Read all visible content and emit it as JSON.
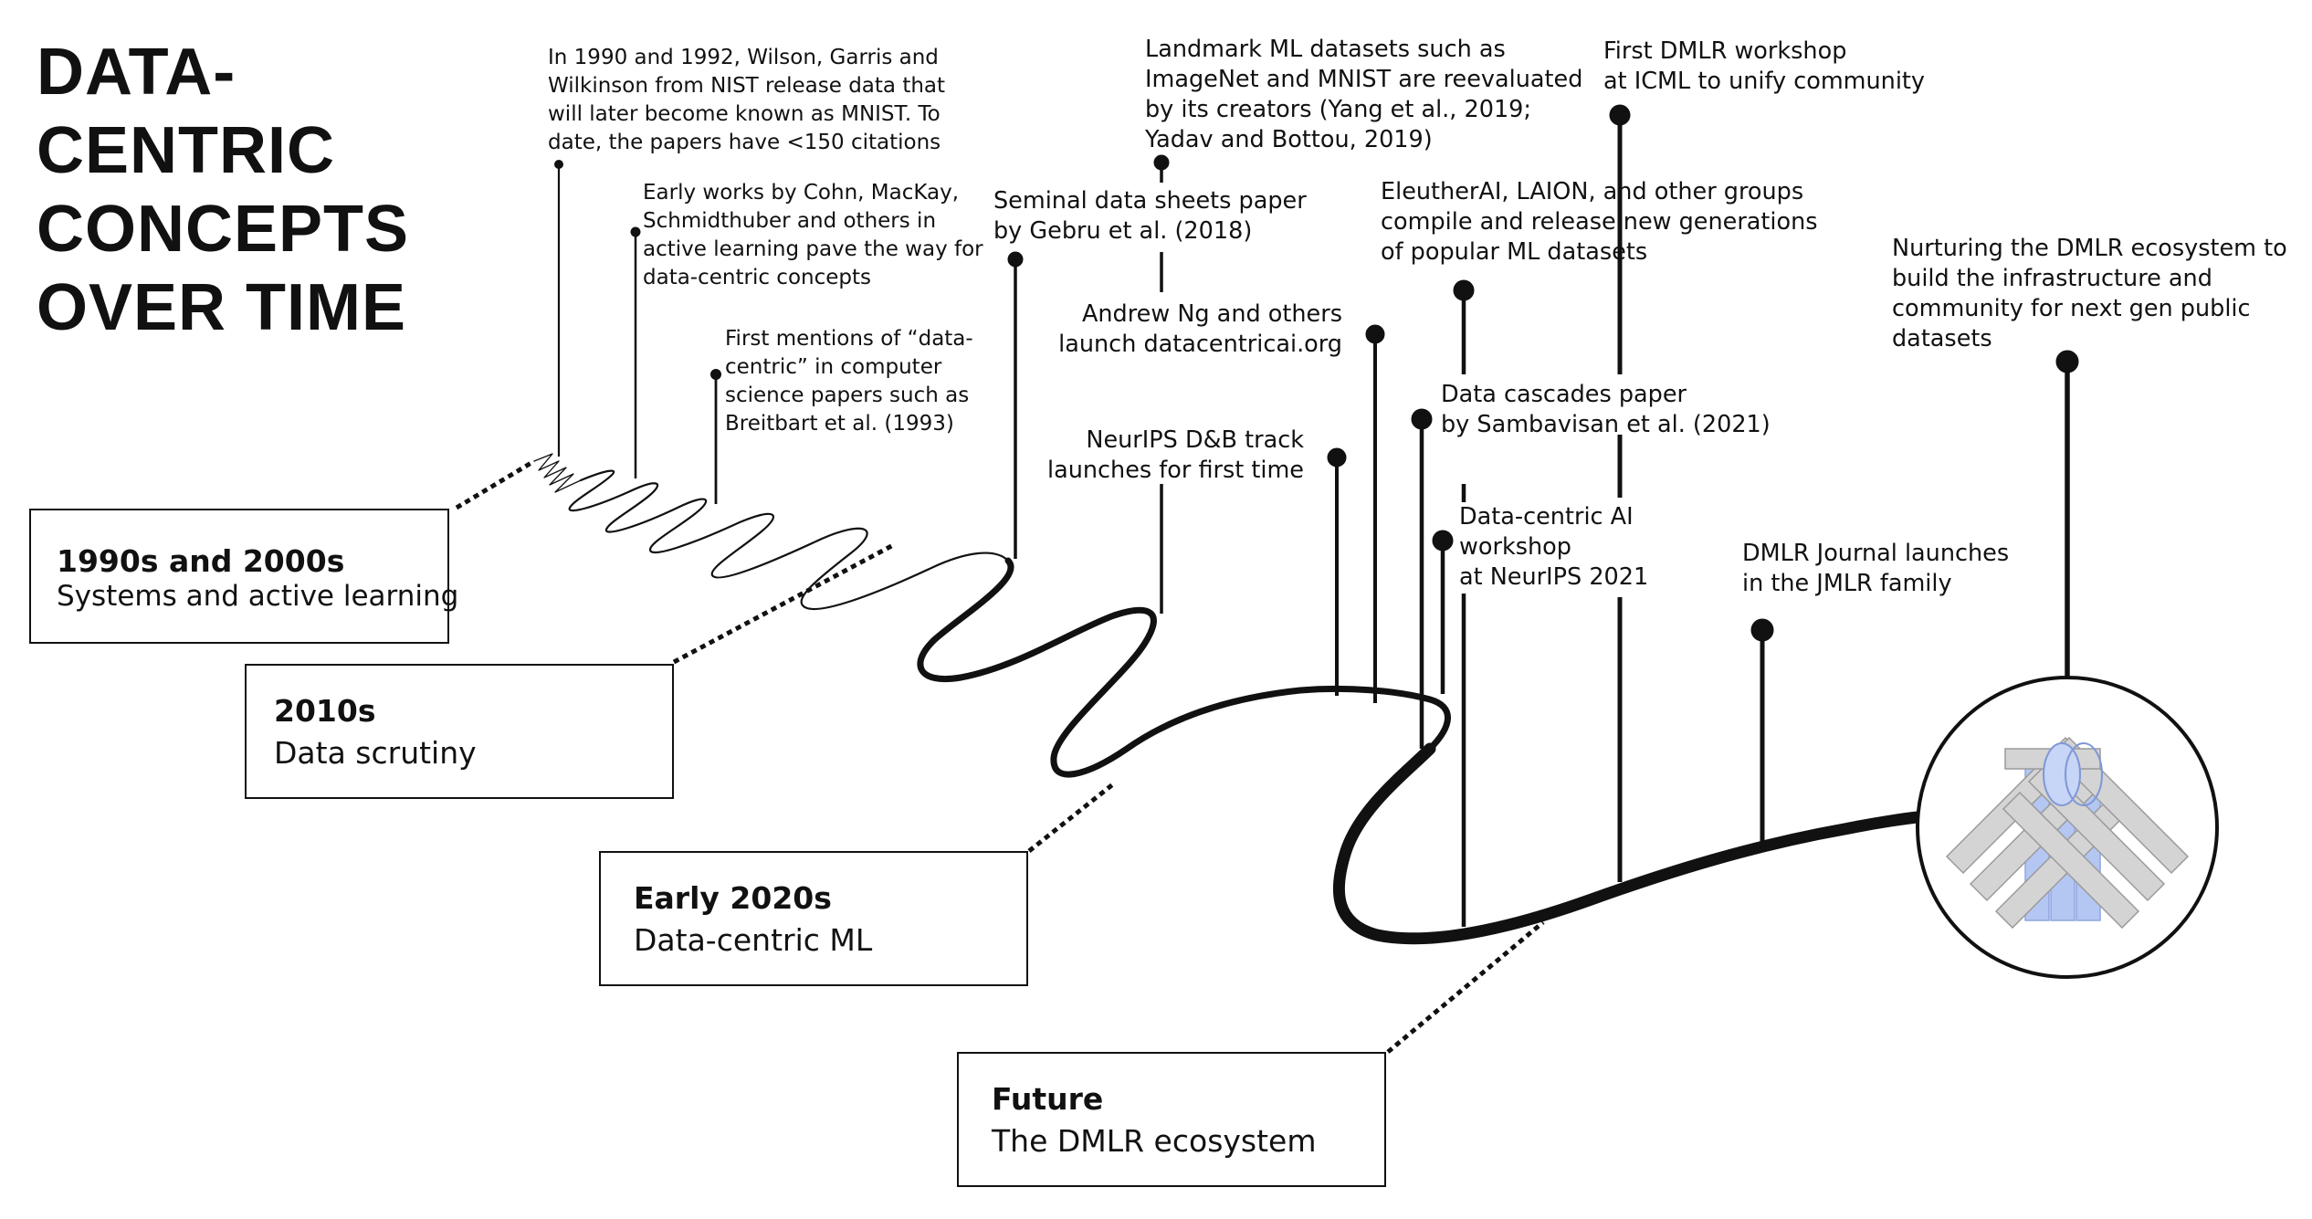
{
  "title": {
    "lines": [
      "DATA-",
      "CENTRIC",
      "CONCEPTS",
      "OVER TIME"
    ]
  },
  "eras": [
    {
      "name": "1990s and 2000s",
      "description": "Systems and active learning"
    },
    {
      "name": "2010s",
      "description": "Data scrutiny"
    },
    {
      "name": "Early 2020s",
      "description": "Data-centric ML"
    },
    {
      "name": "Future",
      "description": "The DMLR ecosystem"
    }
  ],
  "events": [
    {
      "lines": [
        "In 1990 and 1992, Wilson, Garris and",
        "Wilkinson from NIST release data that",
        "will later become known as MNIST. To",
        "date, the papers have <150 citations"
      ]
    },
    {
      "lines": [
        "Early works by Cohn, MacKay,",
        "Schmidthuber and others in",
        "active learning pave the way for",
        "data-centric concepts"
      ]
    },
    {
      "lines": [
        "First mentions of “data-",
        "centric” in computer",
        "science papers such as",
        "Breitbart et al. (1993)"
      ]
    },
    {
      "lines": [
        "Seminal data sheets paper",
        "by Gebru et al. (2018)"
      ]
    },
    {
      "lines": [
        "Landmark ML datasets such as",
        "ImageNet and MNIST are reevaluated",
        "by its creators (Yang et al., 2019;",
        "Yadav and Bottou, 2019)"
      ]
    },
    {
      "lines": [
        "Andrew Ng and others",
        "launch datacentricai.org"
      ]
    },
    {
      "lines": [
        "NeurIPS D&B track",
        "launches for first time"
      ]
    },
    {
      "lines": [
        "EleutherAI, LAION, and other groups",
        "compile and release new generations",
        "of popular ML datasets"
      ]
    },
    {
      "lines": [
        "Data cascades paper",
        "by Sambavisan et al. (2021)"
      ]
    },
    {
      "lines": [
        "Data-centric AI",
        "workshop",
        "at NeurIPS 2021"
      ]
    },
    {
      "lines": [
        "First DMLR workshop",
        "at ICML to unify community"
      ]
    },
    {
      "lines": [
        "DMLR Journal launches",
        "in the JMLR family"
      ]
    },
    {
      "lines": [
        "Nurturing the DMLR ecosystem to",
        "build the infrastructure and",
        "community for next gen public",
        "datasets"
      ]
    }
  ],
  "colors": {
    "ink": "#111111",
    "logo_gray": "#d4d4d4",
    "logo_blue": "#b4c6f2"
  }
}
